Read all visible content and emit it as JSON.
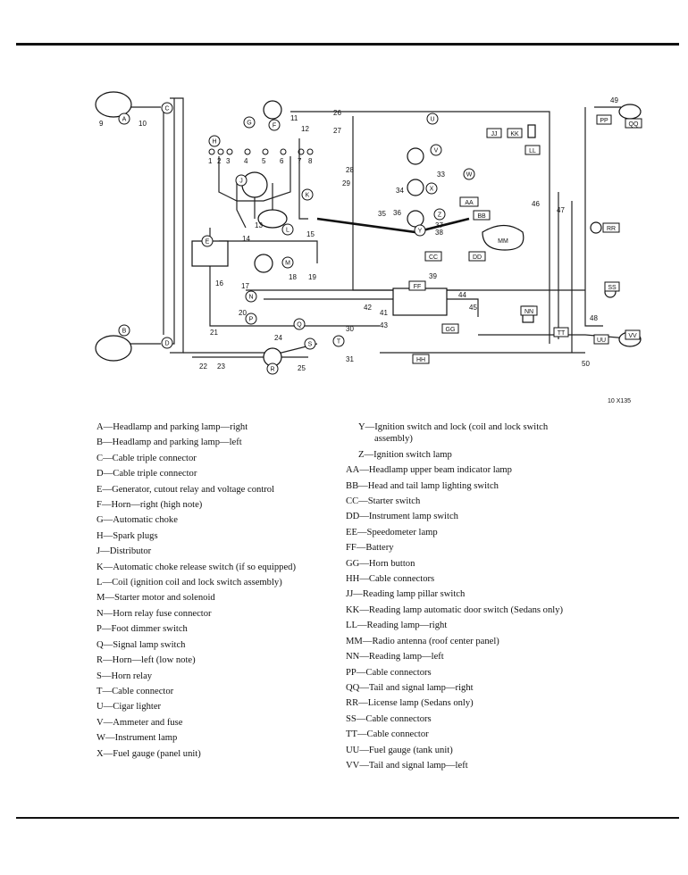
{
  "figure_id": "10 X135",
  "callouts": {
    "A": "A",
    "B": "B",
    "C": "C",
    "D": "D",
    "E": "E",
    "F": "F",
    "G": "G",
    "H": "H",
    "J": "J",
    "K": "K",
    "L": "L",
    "M": "M",
    "N": "N",
    "P": "P",
    "Q": "Q",
    "R": "R",
    "S": "S",
    "T": "T",
    "U": "U",
    "V": "V",
    "W": "W",
    "X": "X",
    "Y": "Y",
    "Z": "Z",
    "AA": "AA",
    "BB": "BB",
    "CC": "CC",
    "DD": "DD",
    "FF": "FF",
    "GG": "GG",
    "HH": "HH",
    "JJ": "JJ",
    "KK": "KK",
    "LL": "LL",
    "MM": "MM",
    "NN": "NN",
    "PP": "PP",
    "QQ": "QQ",
    "RR": "RR",
    "SS": "SS",
    "TT": "TT",
    "UU": "UU",
    "VV": "VV"
  },
  "numbers": [
    "1",
    "2",
    "3",
    "4",
    "5",
    "6",
    "7",
    "8",
    "9",
    "10",
    "11",
    "12",
    "13",
    "14",
    "15",
    "16",
    "17",
    "18",
    "19",
    "20",
    "21",
    "22",
    "23",
    "24",
    "25",
    "26",
    "27",
    "28",
    "29",
    "30",
    "31",
    "33",
    "34",
    "35",
    "36",
    "37",
    "38",
    "39",
    "41",
    "42",
    "43",
    "44",
    "45",
    "46",
    "47",
    "48",
    "49",
    "50"
  ],
  "legend_left": [
    {
      "key": "A",
      "text": "Headlamp and parking lamp—right"
    },
    {
      "key": "B",
      "text": "Headlamp and parking lamp—left"
    },
    {
      "key": "C",
      "text": "Cable triple connector"
    },
    {
      "key": "D",
      "text": "Cable triple connector"
    },
    {
      "key": "E",
      "text": "Generator, cutout relay and voltage control"
    },
    {
      "key": "F",
      "text": "Horn—right (high note)"
    },
    {
      "key": "G",
      "text": "Automatic choke"
    },
    {
      "key": "H",
      "text": "Spark plugs"
    },
    {
      "key": "J",
      "text": "Distributor"
    },
    {
      "key": "K",
      "text": "Automatic choke release switch (if so equipped)"
    },
    {
      "key": "L",
      "text": "Coil (ignition coil and lock switch assembly)"
    },
    {
      "key": "M",
      "text": "Starter motor and solenoid"
    },
    {
      "key": "N",
      "text": "Horn relay fuse connector"
    },
    {
      "key": "P",
      "text": "Foot dimmer switch"
    },
    {
      "key": "Q",
      "text": "Signal lamp switch"
    },
    {
      "key": "R",
      "text": "Horn—left (low note)"
    },
    {
      "key": "S",
      "text": "Horn relay"
    },
    {
      "key": "T",
      "text": "Cable connector"
    },
    {
      "key": "U",
      "text": "Cigar lighter"
    },
    {
      "key": "V",
      "text": "Ammeter and fuse"
    },
    {
      "key": "W",
      "text": "Instrument lamp"
    },
    {
      "key": "X",
      "text": "Fuel gauge (panel unit)"
    }
  ],
  "legend_right": [
    {
      "key": "Y",
      "text": "Ignition switch and lock (coil and lock switch",
      "cont": "assembly)"
    },
    {
      "key": "Z",
      "text": "Ignition switch lamp"
    },
    {
      "key": "AA",
      "text": "Headlamp upper beam indicator lamp"
    },
    {
      "key": "BB",
      "text": "Head and tail lamp lighting switch"
    },
    {
      "key": "CC",
      "text": "Starter switch"
    },
    {
      "key": "DD",
      "text": "Instrument lamp switch"
    },
    {
      "key": "EE",
      "text": "Speedometer lamp"
    },
    {
      "key": "FF",
      "text": "Battery"
    },
    {
      "key": "GG",
      "text": "Horn button"
    },
    {
      "key": "HH",
      "text": "Cable connectors"
    },
    {
      "key": "JJ",
      "text": "Reading lamp pillar switch"
    },
    {
      "key": "KK",
      "text": "Reading lamp automatic door switch (Sedans only)"
    },
    {
      "key": "LL",
      "text": "Reading lamp—right"
    },
    {
      "key": "MM",
      "text": "Radio antenna (roof center panel)"
    },
    {
      "key": "NN",
      "text": "Reading lamp—left"
    },
    {
      "key": "PP",
      "text": "Cable connectors"
    },
    {
      "key": "QQ",
      "text": "Tail and signal lamp—right"
    },
    {
      "key": "RR",
      "text": "License lamp (Sedans only)"
    },
    {
      "key": "SS",
      "text": "Cable connectors"
    },
    {
      "key": "TT",
      "text": "Cable connector"
    },
    {
      "key": "UU",
      "text": "Fuel gauge (tank unit)"
    },
    {
      "key": "VV",
      "text": "Tail and signal lamp—left"
    }
  ],
  "dash": "—"
}
